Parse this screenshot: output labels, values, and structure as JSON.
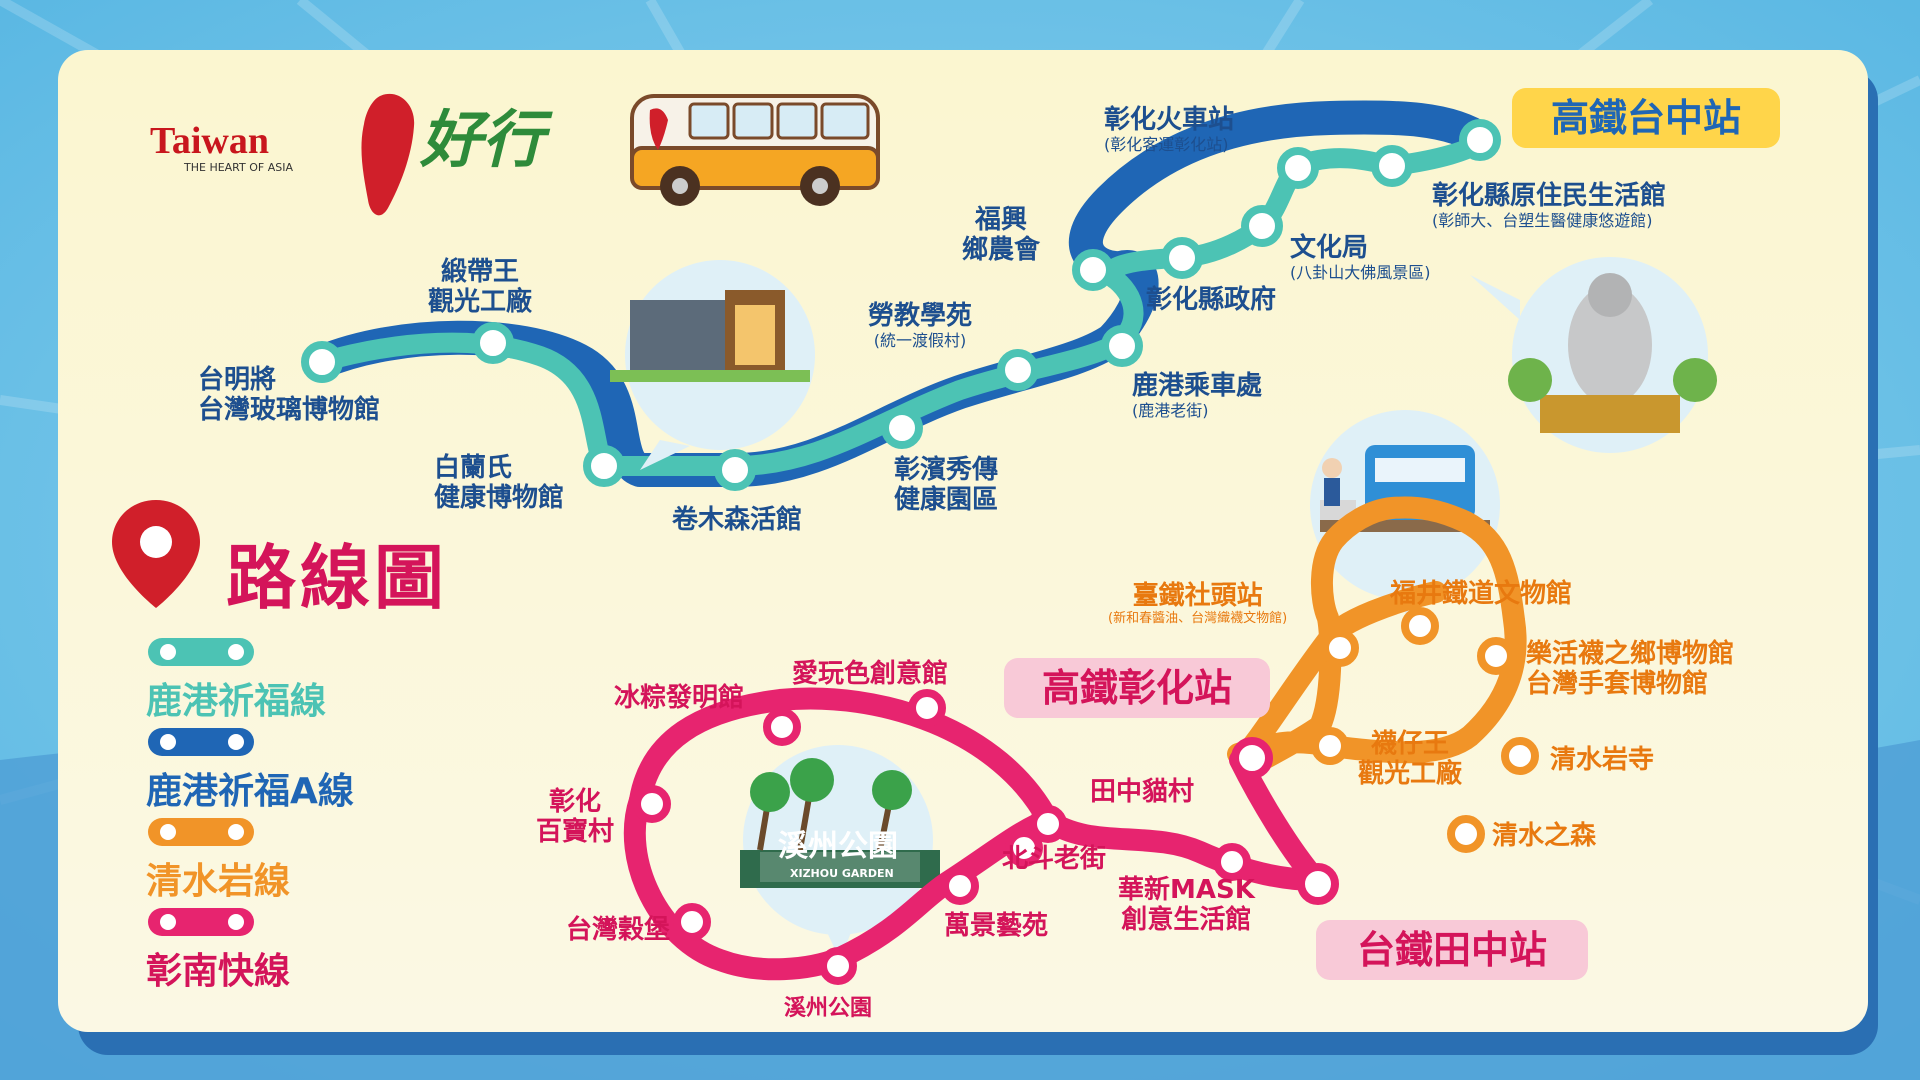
{
  "brand": {
    "logo_word": "Taiwan",
    "logo_tagline": "THE HEART OF ASIA",
    "logo_script": "好行"
  },
  "title": "路線圖",
  "legend": [
    {
      "name": "鹿港祈福線",
      "color": "#4cc3b4"
    },
    {
      "name": "鹿港祈福A線",
      "color": "#1f66b5"
    },
    {
      "name": "清水岩線",
      "color": "#f19428"
    },
    {
      "name": "彰南快線",
      "color": "#e7246f"
    }
  ],
  "hubs": {
    "thsr_taichung": "高鐵台中站",
    "thsr_changhua": "高鐵彰化站",
    "tra_tianzhong": "台鐵田中站"
  },
  "stops_north": {
    "taimingjiang_1": "台明將",
    "taimingjiang_2": "台灣玻璃博物館",
    "ribbon_1": "緞帶王",
    "ribbon_2": "觀光工廠",
    "brands_1": "白蘭氏",
    "brands_2": "健康博物館",
    "juanmu": "卷木森活館",
    "zhangbin_1": "彰濱秀傳",
    "zhangbin_2": "健康園區",
    "laojiao_1": "勞教學苑",
    "laojiao_2": "(統一渡假村)",
    "fuxing_1": "福興",
    "fuxing_2": "鄉農會",
    "lukang_1": "鹿港乘車處",
    "lukang_2": "(鹿港老街)",
    "county_gov": "彰化縣政府",
    "culture_1": "文化局",
    "culture_2": "(八卦山大佛風景區)",
    "changhua_rail_1": "彰化火車站",
    "changhua_rail_2": "(彰化客運彰化站)",
    "indigenous_1": "彰化縣原住民生活館",
    "indigenous_2": "(彰師大、台塑生醫健康悠遊館)"
  },
  "stops_south": {
    "zhutou_1": "臺鐵社頭站",
    "zhutou_2": "(新和春醬油、台灣織襪文物館)",
    "fujing": "福井鐵道文物館",
    "sock_museum_1": "樂活襪之鄉博物館",
    "sock_museum_2": "台灣手套博物館",
    "sock_king_1": "襪仔王",
    "sock_king_2": "觀光工廠",
    "qingshui_temple": "清水岩寺",
    "qingshui_forest": "清水之森",
    "zongzi": "冰粽發明館",
    "aiwanse": "愛玩色創意館",
    "baobao_1": "彰化",
    "baobao_2": "百寶村",
    "tianzhong_cat": "田中貓村",
    "beidou": "北斗老街",
    "mask_1": "華新MASK",
    "mask_2": "創意生活館",
    "grain": "台灣穀堡",
    "wanjing": "萬景藝苑",
    "xizhou": "溪州公園"
  },
  "illustrations": {
    "xizhou_sign": "溪州公園",
    "xizhou_sign_en": "XIZHOU GARDEN"
  }
}
